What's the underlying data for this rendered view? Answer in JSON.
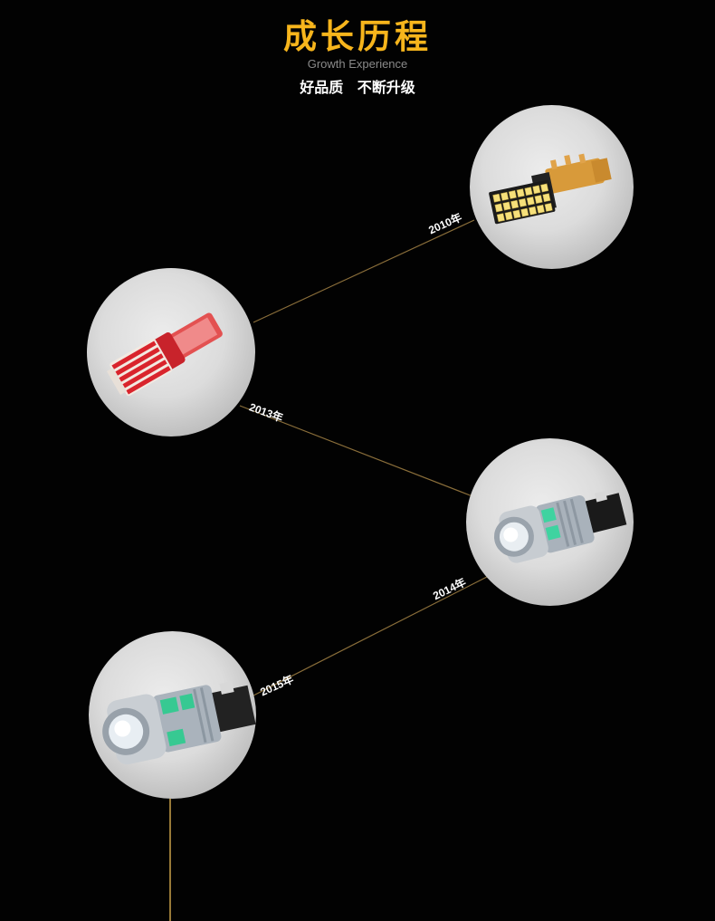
{
  "header": {
    "title": "成长历程",
    "subtitle": "Growth Experience",
    "tagline": "好品质  不断升级"
  },
  "timeline": [
    {
      "year": "2010年",
      "product_icon": "led-bulb-yellow-smd-icon"
    },
    {
      "year": "2013年",
      "product_icon": "led-bulb-red-smd-icon"
    },
    {
      "year": "2014年",
      "product_icon": "led-bulb-lens-small-icon"
    },
    {
      "year": "2015年",
      "product_icon": "led-bulb-lens-large-icon"
    }
  ],
  "colors": {
    "background": "#020202",
    "title": "#f7b51c",
    "connector": "#8a6e3a"
  }
}
